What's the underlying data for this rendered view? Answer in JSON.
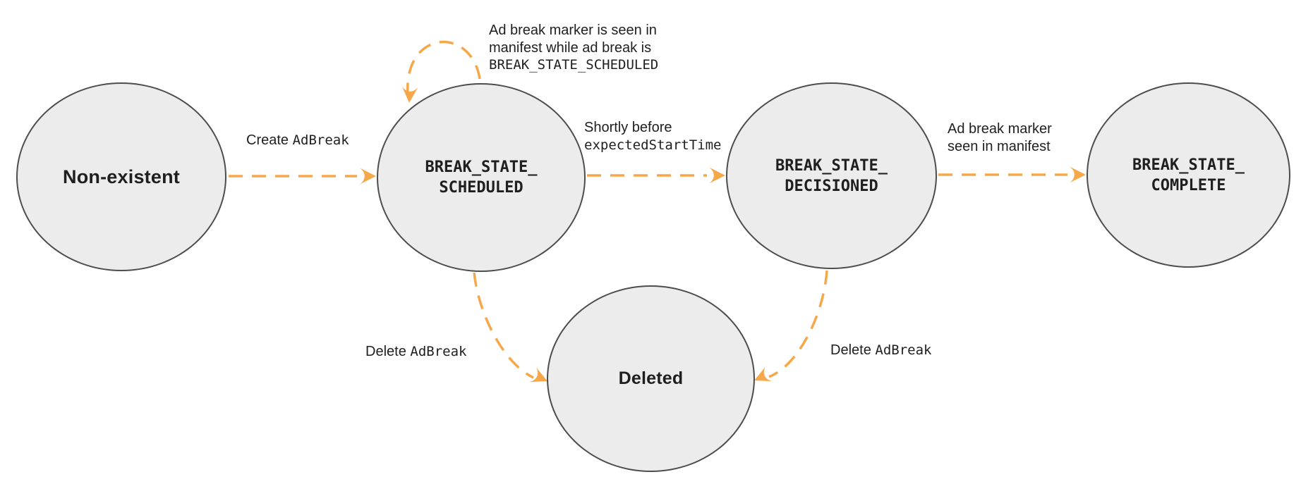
{
  "colors": {
    "arrow": "#F6A74A",
    "node_fill": "#ECECEC",
    "node_border": "#4D4D4D",
    "text": "#1F1F1F"
  },
  "nodes": {
    "non_existent": {
      "label": "Non-existent"
    },
    "scheduled": {
      "line1": "BREAK_STATE_",
      "line2": "SCHEDULED"
    },
    "decisioned": {
      "line1": "BREAK_STATE_",
      "line2": "DECISIONED"
    },
    "complete": {
      "line1": "BREAK_STATE_",
      "line2": "COMPLETE"
    },
    "deleted": {
      "label": "Deleted"
    }
  },
  "edges": {
    "create": {
      "text": "Create ",
      "code": "AdBreak"
    },
    "self_loop": {
      "line1": "Ad break marker is seen in",
      "line2": "manifest while ad break is",
      "line3_code": "BREAK_STATE_SCHEDULED"
    },
    "to_decisioned": {
      "line1": "Shortly before",
      "line2_code": "expectedStartTime"
    },
    "to_complete": {
      "line1": "Ad break marker",
      "line2": "seen in manifest"
    },
    "delete_from_scheduled": {
      "text": "Delete ",
      "code": "AdBreak"
    },
    "delete_from_decisioned": {
      "text": "Delete ",
      "code": "AdBreak"
    }
  }
}
